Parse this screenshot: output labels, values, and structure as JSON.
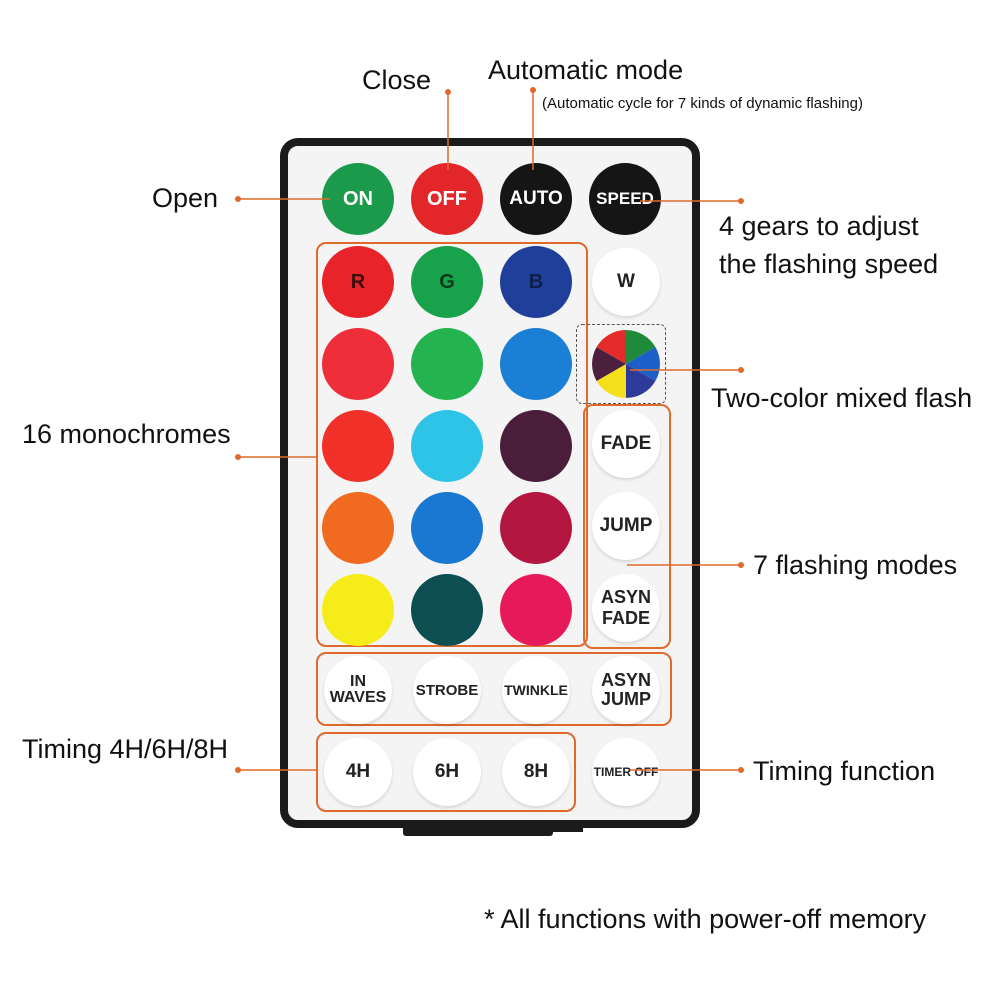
{
  "labels": {
    "close": "Close",
    "automatic_mode": "Automatic mode",
    "automatic_mode_note": "(Automatic cycle for 7 kinds of dynamic flashing)",
    "open": "Open",
    "speed_line1": "4 gears to adjust",
    "speed_line2": "the flashing speed",
    "two_color": "Two-color mixed flash",
    "monochromes": "16 monochromes",
    "flashing_modes": "7 flashing modes",
    "timing_hours": "Timing 4H/6H/8H",
    "timing_function": "Timing function",
    "footnote": "* All functions with power-off memory"
  },
  "buttons": {
    "on": "ON",
    "off": "OFF",
    "auto": "AUTO",
    "speed": "SPEED",
    "r": "R",
    "g": "G",
    "b": "B",
    "w": "W",
    "fade": "FADE",
    "jump": "JUMP",
    "asyn_fade_1": "ASYN",
    "asyn_fade_2": "FADE",
    "in_waves_1": "IN",
    "in_waves_2": "WAVES",
    "strobe": "STROBE",
    "twinkle": "TWINKLE",
    "asyn_jump_1": "ASYN",
    "asyn_jump_2": "JUMP",
    "h4": "4H",
    "h6": "6H",
    "h8": "8H",
    "timer_off": "TIMER OFF"
  },
  "colors": {
    "accent": "#e06a2c",
    "on": "#1a9a4a",
    "off": "#e3262a",
    "r": "#e8242a",
    "g": "#19a24c",
    "b": "#1f3f9a",
    "row2": [
      "#ee2e38",
      "#24b34e",
      "#1b7fd6"
    ],
    "row3": [
      "#f2302a",
      "#2ec4e8",
      "#4a1d3a"
    ],
    "row4": [
      "#f06a20",
      "#1b78d2",
      "#b3163e"
    ],
    "row5": [
      "#f6ec1a",
      "#0c4e52",
      "#e61a5a"
    ]
  }
}
